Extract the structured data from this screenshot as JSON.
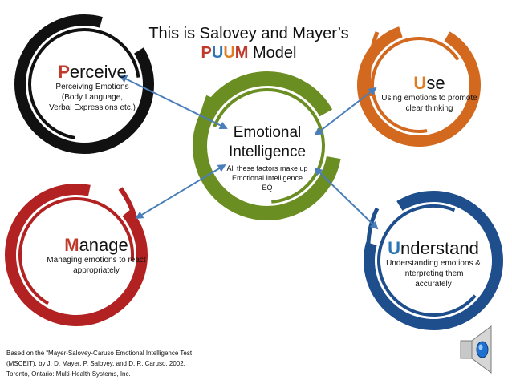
{
  "title": {
    "line1": "This is Salovey and Mayer’s",
    "puum_p": "P",
    "puum_u1": "U",
    "puum_u2": "U",
    "puum_m": "M",
    "line2_rest": " Model"
  },
  "center": {
    "title_line1": "Emotional",
    "title_line2": "Intelligence",
    "desc_line1": "All these factors make up",
    "desc_line2": "Emotional Intelligence",
    "desc_line3": "EQ"
  },
  "nodes": {
    "perceive": {
      "initial": "P",
      "rest": "erceive",
      "desc_line1": "Perceiving Emotions",
      "desc_line2": "(Body Language,",
      "desc_line3": "Verbal Expressions etc.)"
    },
    "use": {
      "initial": "U",
      "rest": "se",
      "desc_line1": "Using emotions to promote",
      "desc_line2": "clear thinking"
    },
    "manage": {
      "initial": "M",
      "rest": "anage",
      "desc_line1": "Managing emotions to react",
      "desc_line2": "appropriately"
    },
    "understand": {
      "initial": "U",
      "rest": "nderstand",
      "desc_line1": "Understanding emotions &",
      "desc_line2": "interpreting them",
      "desc_line3": "accurately"
    }
  },
  "footnote": {
    "line1": "Based on the “Mayer-Salovey-Caruso Emotional Intelligence Test",
    "line2": "(MSCEIT), by J. D. Mayer, P. Salovey, and D. R. Caruso, 2002,",
    "line3": "Toronto, Ontario: Multi-Health Systems, Inc."
  },
  "colors": {
    "perceive_ring": "#111111",
    "use_ring": "#d2691e",
    "manage_ring": "#b22222",
    "understand_ring": "#1f4e8c",
    "center_ring": "#6b8e23",
    "arrow": "#4a7ebb"
  },
  "icons": {
    "speaker": "speaker-icon"
  }
}
